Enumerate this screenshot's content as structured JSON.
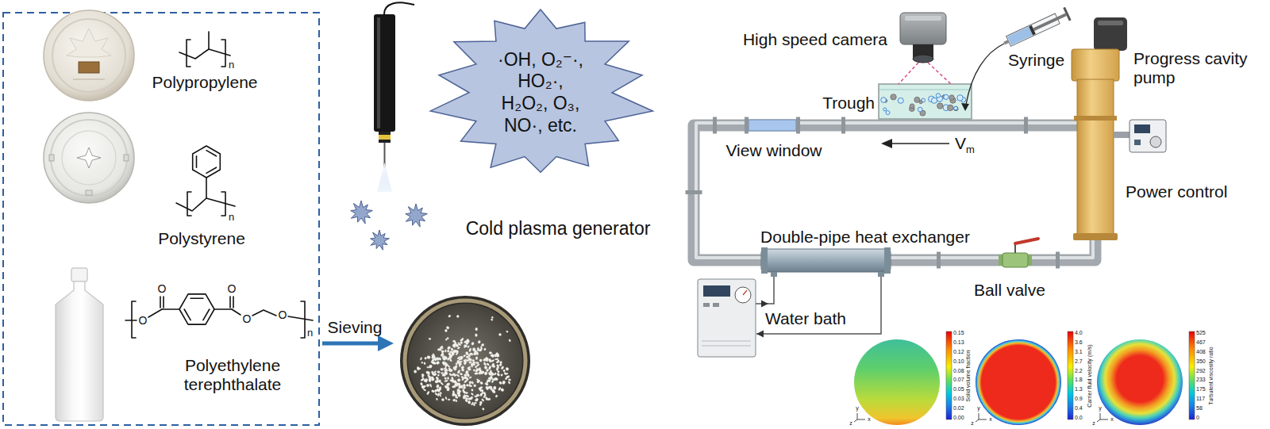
{
  "diagram": {
    "nodes": [
      {
        "text": [
          "·OH, O₂⁻·, HO₂·, H₂O₂, O₃, NO·, etc."
        ]
      }
    ],
    "labels": [
      "Polypropylene",
      "n",
      "Polystyrene",
      "n",
      "Polyethylene terephthalate",
      "O",
      "O",
      "O",
      "O",
      "O",
      "n",
      "Sieving",
      "Cold plasma generator",
      "High speed camera",
      "Syringe",
      "Trough",
      "View window",
      "V",
      "m",
      "Progress cavity pump",
      "Power control",
      "Double-pipe heat exchanger",
      "Ball valve",
      "Water bath",
      "0.15",
      "0.13",
      "0.12",
      "0.10",
      "0.08",
      "0.07",
      "0.05",
      "0.03",
      "0.02",
      "0.00",
      "Solid volume fraction",
      "y",
      "z",
      "x",
      "4.0",
      "3.6",
      "3.1",
      "2.7",
      "2.2",
      "1.8",
      "1.3",
      "0.9",
      "0.4",
      "0.0",
      "Carrier fluid velocity (m/s)",
      "y",
      "z",
      "x",
      "525",
      "467",
      "408",
      "350",
      "292",
      "233",
      "175",
      "117",
      "58",
      "0",
      "Turbulent viscosity ratio",
      "y",
      "z",
      "x"
    ]
  }
}
